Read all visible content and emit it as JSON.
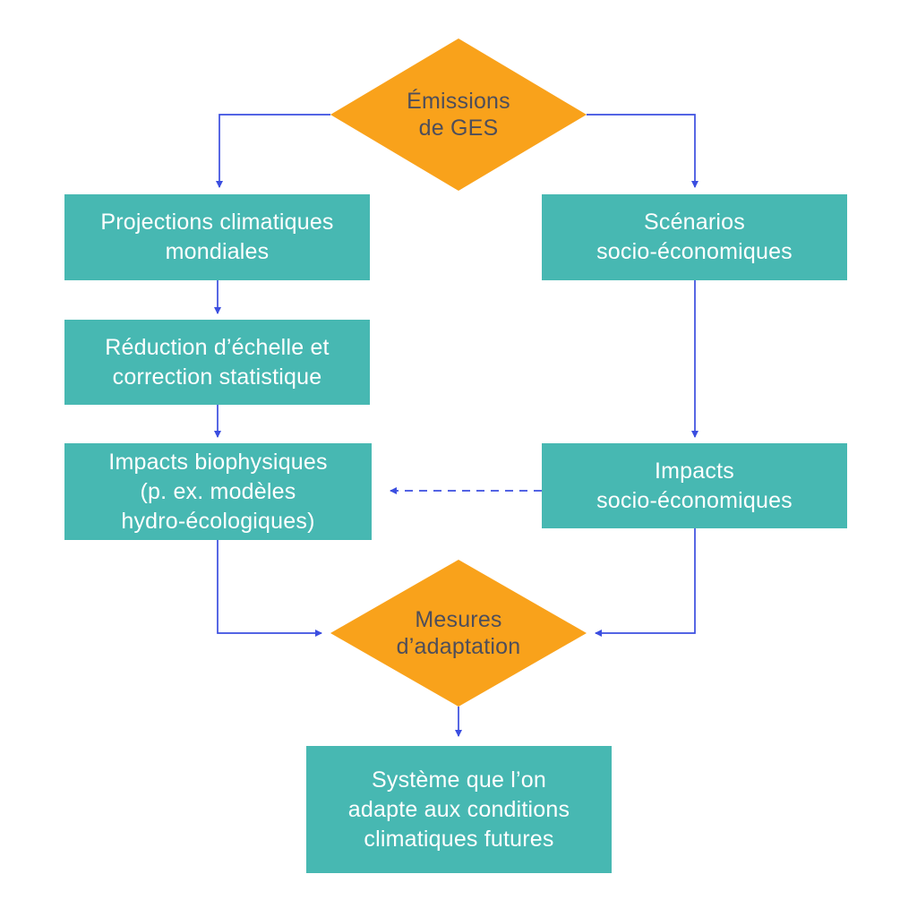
{
  "colors": {
    "background": "#FFFFFF",
    "box_fill": "#47B8B2",
    "box_text": "#FFFFFF",
    "diamond_fill": "#F9A21B",
    "diamond_text": "#4E4E5A",
    "arrow": "#3B4EE0"
  },
  "nodes": {
    "emissions": {
      "shape": "diamond",
      "lines": [
        "Émissions",
        "de GES"
      ]
    },
    "projections": {
      "shape": "rect",
      "lines": [
        "Projections climatiques",
        "mondiales"
      ]
    },
    "reduction": {
      "shape": "rect",
      "lines": [
        "Réduction d’échelle et",
        "correction statistique"
      ]
    },
    "impacts_biophysiques": {
      "shape": "rect",
      "lines": [
        "Impacts biophysiques",
        "(p. ex. modèles",
        "hydro-écologiques)"
      ]
    },
    "scenarios": {
      "shape": "rect",
      "lines": [
        "Scénarios",
        "socio-économiques"
      ]
    },
    "impacts_socio": {
      "shape": "rect",
      "lines": [
        "Impacts",
        "socio-économiques"
      ]
    },
    "mesures": {
      "shape": "diamond",
      "lines": [
        "Mesures",
        "d’adaptation"
      ]
    },
    "systeme": {
      "shape": "rect",
      "lines": [
        "Système que l’on",
        "adapte aux conditions",
        "climatiques futures"
      ]
    }
  },
  "connectors": [
    {
      "from": "emissions",
      "to": "projections",
      "style": "solid"
    },
    {
      "from": "emissions",
      "to": "scenarios",
      "style": "solid"
    },
    {
      "from": "projections",
      "to": "reduction",
      "style": "solid"
    },
    {
      "from": "reduction",
      "to": "impacts_biophysiques",
      "style": "solid"
    },
    {
      "from": "scenarios",
      "to": "impacts_socio",
      "style": "solid"
    },
    {
      "from": "impacts_socio",
      "to": "impacts_biophysiques",
      "style": "dashed"
    },
    {
      "from": "impacts_biophysiques",
      "to": "mesures",
      "style": "solid"
    },
    {
      "from": "impacts_socio",
      "to": "mesures",
      "style": "solid"
    },
    {
      "from": "mesures",
      "to": "systeme",
      "style": "solid"
    }
  ]
}
